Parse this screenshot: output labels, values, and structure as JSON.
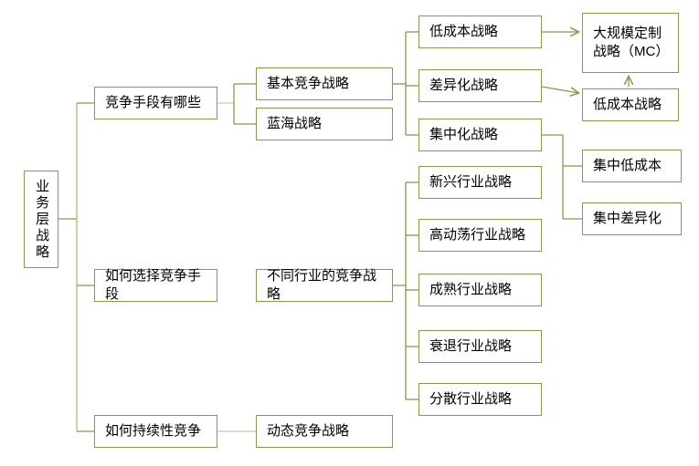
{
  "diagram": {
    "colors": {
      "box_border": "#87994F",
      "connector_dark": "#87994F",
      "connector_light": "#BFD2A0",
      "background": "#FFFFFF",
      "text": "#000000"
    },
    "nodes": {
      "root": {
        "label": "业务层战略"
      },
      "competition_means": {
        "label": "竞争手段有哪些"
      },
      "basic_competition": {
        "label": "基本竞争战略"
      },
      "blue_ocean": {
        "label": "蓝海战略"
      },
      "low_cost": {
        "label": "低成本战略"
      },
      "differentiation": {
        "label": "差异化战略"
      },
      "focus": {
        "label": "集中化战略"
      },
      "mass_customization": {
        "label": "大规模定制战略（MC）"
      },
      "low_cost_right": {
        "label": "低成本战略"
      },
      "focused_low_cost": {
        "label": "集中低成本"
      },
      "focused_differentiation": {
        "label": "集中差异化"
      },
      "choose_means": {
        "label": "如何选择竞争手段"
      },
      "industry_strategies": {
        "label": "不同行业的竞争战略"
      },
      "emerging_industry": {
        "label": "新兴行业战略"
      },
      "turbulent_industry": {
        "label": "高动荡行业战略"
      },
      "mature_industry": {
        "label": "成熟行业战略"
      },
      "declining_industry": {
        "label": "衰退行业战略"
      },
      "fragmented_industry": {
        "label": "分散行业战略"
      },
      "sustain_competition": {
        "label": "如何持续性竞争"
      },
      "dynamic_competition": {
        "label": "动态竞争战略"
      }
    }
  }
}
